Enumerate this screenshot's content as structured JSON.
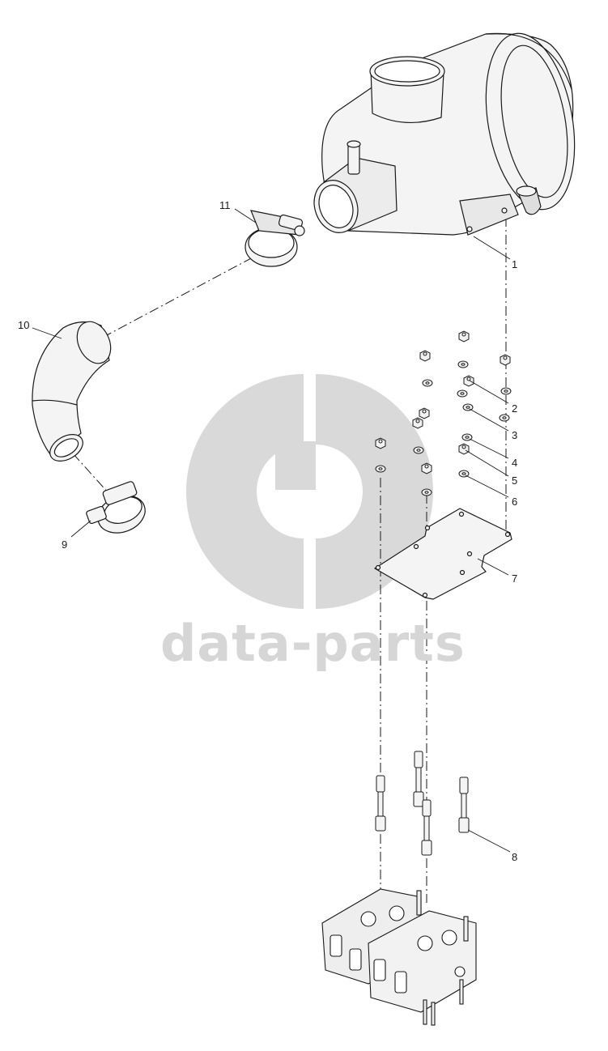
{
  "watermark": {
    "brand_text": "data-parts"
  },
  "callouts": [
    {
      "id": "1",
      "label": "1"
    },
    {
      "id": "2",
      "label": "2"
    },
    {
      "id": "3",
      "label": "3"
    },
    {
      "id": "4",
      "label": "4"
    },
    {
      "id": "5",
      "label": "5"
    },
    {
      "id": "6",
      "label": "6"
    },
    {
      "id": "7",
      "label": "7"
    },
    {
      "id": "8",
      "label": "8"
    },
    {
      "id": "9",
      "label": "9"
    },
    {
      "id": "10",
      "label": "10"
    },
    {
      "id": "11",
      "label": "11"
    }
  ],
  "colors": {
    "line": "#1a1a1a",
    "fill": "#f4f4f4",
    "shade": "#dedede",
    "watermark": "#d6d6d6"
  }
}
